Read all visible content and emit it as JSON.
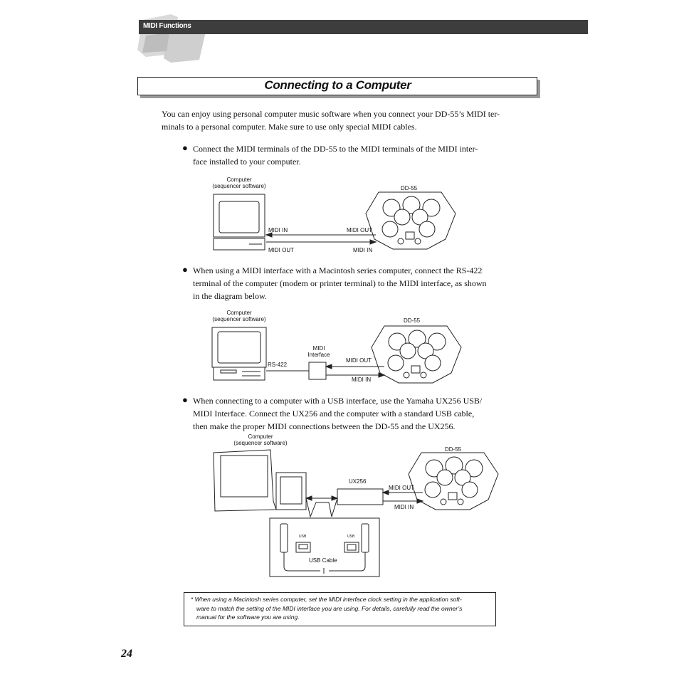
{
  "header": {
    "section": "MIDI Functions"
  },
  "title": "Connecting to a Computer",
  "intro": "You can enjoy using personal computer music software when you connect your DD-55’s MIDI terminals to a personal computer. Make sure to use only special MIDI cables.",
  "intro_lines": [
    "You can enjoy using personal computer music software when you connect your DD-55’s MIDI ter-",
    "minals to a personal computer.  Make sure to use only special MIDI cables."
  ],
  "bullets": [
    {
      "symbol": "●",
      "lines": [
        "Connect the MIDI terminals of the DD-55 to the MIDI terminals of the MIDI inter-",
        "face installed to your computer."
      ]
    },
    {
      "symbol": "●",
      "lines": [
        "When using a MIDI interface with a Macintosh series computer, connect the RS-422",
        "terminal of the computer (modem or printer terminal) to the MIDI interface, as shown",
        "in the diagram below."
      ]
    },
    {
      "symbol": "●",
      "lines": [
        "When connecting to a computer with a USB interface, use the Yamaha UX256 USB/",
        "MIDI Interface. Connect the UX256 and the computer with a standard USB cable,",
        "then make the proper MIDI connections between the DD-55 and the UX256."
      ]
    }
  ],
  "diagram1": {
    "computer_line1": "Computer",
    "computer_line2": "(sequencer software)",
    "device": "DD-55",
    "midi_in_left": "MIDI IN",
    "midi_out_left": "MIDI OUT",
    "midi_out_right": "MIDI OUT",
    "midi_in_right": "MIDI IN"
  },
  "diagram2": {
    "computer_line1": "Computer",
    "computer_line2": "(sequencer software)",
    "device": "DD-55",
    "interface_line1": "MIDI",
    "interface_line2": "Interface",
    "rs422": "RS-422",
    "midi_out": "MIDI OUT",
    "midi_in": "MIDI IN"
  },
  "diagram3": {
    "computer_line1": "Computer",
    "computer_line2": "(sequencer software)",
    "device": "DD-55",
    "ux256": "UX256",
    "midi_out": "MIDI OUT",
    "midi_in": "MIDI IN",
    "usb_label_a": "USB",
    "usb_label_b": "USB",
    "usb_cable": "USB Cable"
  },
  "note": "* When using a Macintosh series computer, set the MIDI interface clock setting in the application software to match the setting of the MIDI interface you are using. For details, carefully read the owner’s manual for the software you are using.",
  "note_lines": [
    "*  When using a Macintosh series computer, set the MIDI interface clock setting in the application soft-",
    "ware to match the setting of the MIDI interface you are using. For details, carefully read the owner’s",
    "manual for the software you are using."
  ],
  "page_number": "24"
}
